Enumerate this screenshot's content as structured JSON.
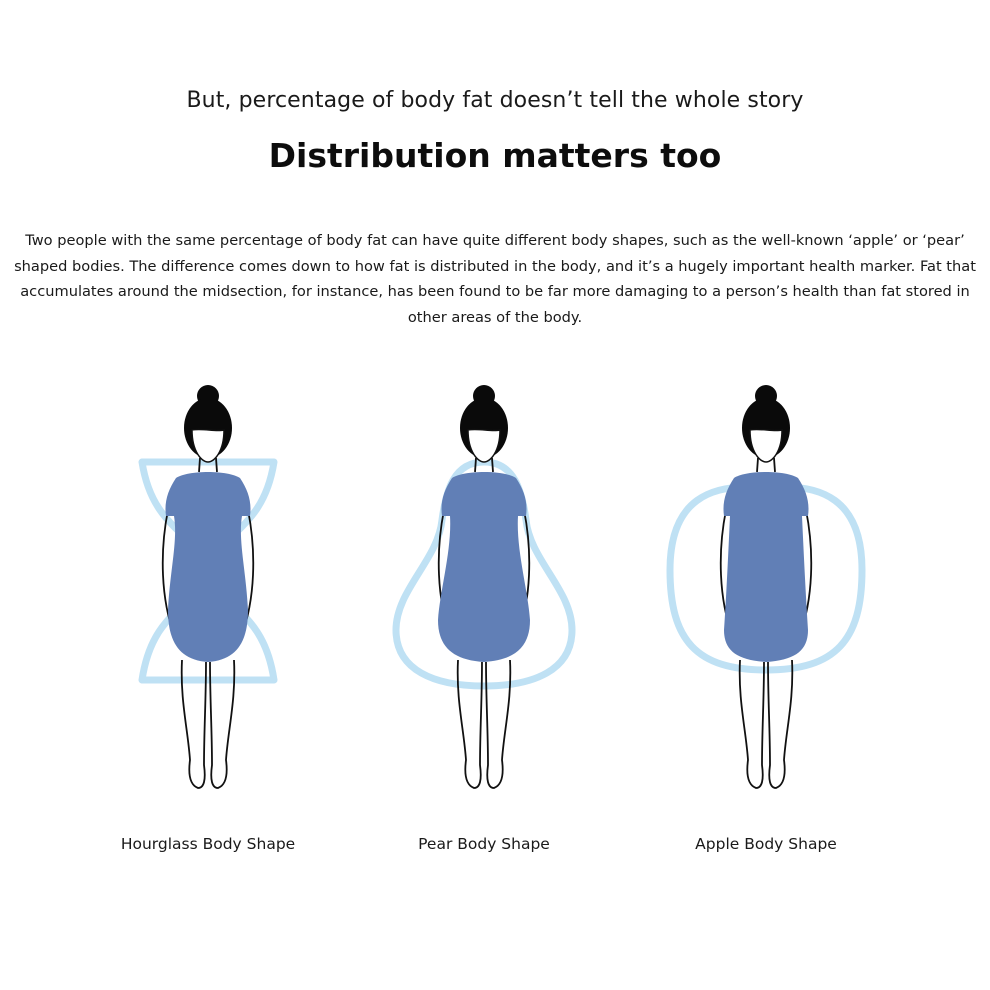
{
  "header": {
    "subtitle": "But, percentage of body fat doesn’t tell the whole story",
    "title": "Distribution matters too"
  },
  "intro": {
    "text": "Two people with the same percentage of body fat can have quite different body shapes, such as the well-known ‘apple’ or ‘pear’ shaped bodies. The difference comes down to how fat is distributed in the body, and it’s a hugely important health marker. Fat that accumulates around the midsection, for instance, has been found to be far more damaging to a person’s health than fat stored in other areas of the body."
  },
  "colors": {
    "dress": "#617fb6",
    "outline_highlight": "#bfe1f4",
    "line": "#111111",
    "hair": "#0a0a0a"
  },
  "figures": [
    {
      "label": "Hourglass Body Shape",
      "icon": "hourglass-outline-icon"
    },
    {
      "label": "Pear Body Shape",
      "icon": "pear-outline-icon"
    },
    {
      "label": "Apple Body Shape",
      "icon": "apple-outline-icon"
    }
  ]
}
